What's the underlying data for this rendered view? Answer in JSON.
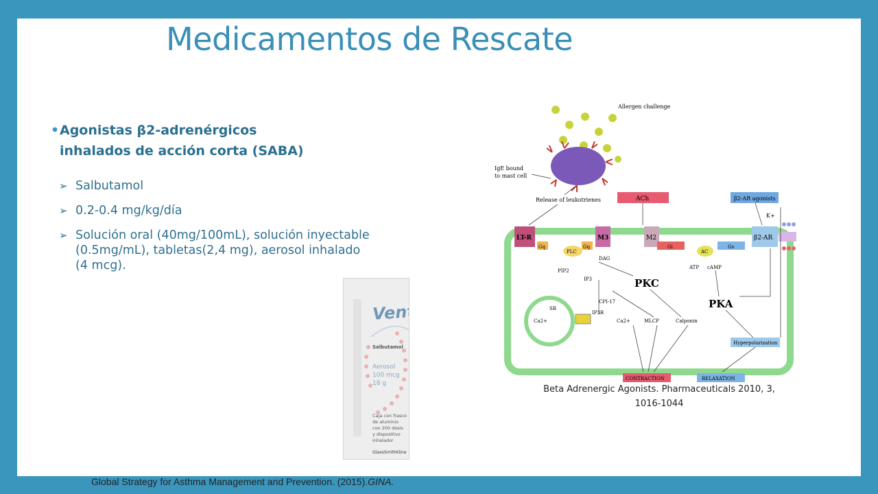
{
  "title": "Medicamentos de Rescate",
  "bullet": {
    "line1": "Agonistas β2-adrenérgicos",
    "line2": "inhalados de acción corta (SABA)"
  },
  "subitems": [
    "Salbutamol",
    "0.2-0.4 mg/kg/día",
    "Solución oral (40mg/100mL), solución inyectable (0.5mg/mL), tabletas(2,4 mg), aerosol inhalado (4 mcg)."
  ],
  "product": {
    "brand": "Ventolin",
    "generic": "Salbutamol",
    "form": "Aerosol",
    "dose": "100 mcg",
    "weight": "18 g",
    "desc": "Caja con frasco de aluminio con 200 dosis y dispositivo inhalador",
    "maker": "GlaxoSmithKline"
  },
  "diagram": {
    "allergen": "Allergen challenge",
    "ige": "IgE bound",
    "ige2": "to mast cell",
    "release": "Release of leukotrienes",
    "ach": "ACh",
    "b2agonists": "β2-AR agonists",
    "ltr": "LT-R",
    "m3": "M3",
    "m2": "M2",
    "b2ar": "β2-AR",
    "gq": "Gq",
    "gi": "Gi",
    "gs": "Gs",
    "plc": "PLC",
    "ac": "AC",
    "dag": "DAG",
    "pip2": "PIP2",
    "ip3": "IP3",
    "atp": "ATP",
    "camp": "cAMP",
    "pkc": "PKC",
    "pka": "PKA",
    "cpi17": "CPI-17",
    "sr": "SR",
    "ca": "Ca2+",
    "ip3r": "IP3R",
    "mlcp": "MLCP",
    "calponin": "Calponin",
    "k": "K+",
    "hyper": "Hyperpolarization",
    "contraction": "CONTRACTION",
    "relaxation": "RELAXATION"
  },
  "caption": {
    "line1": "Beta Adrenergic Agonists. Pharmaceuticals 2010, 3,",
    "line2": "1016-1044"
  },
  "footer": {
    "text": "Global Strategy for Asthma Management and Prevention. (2015).",
    "italic": "GINA."
  }
}
